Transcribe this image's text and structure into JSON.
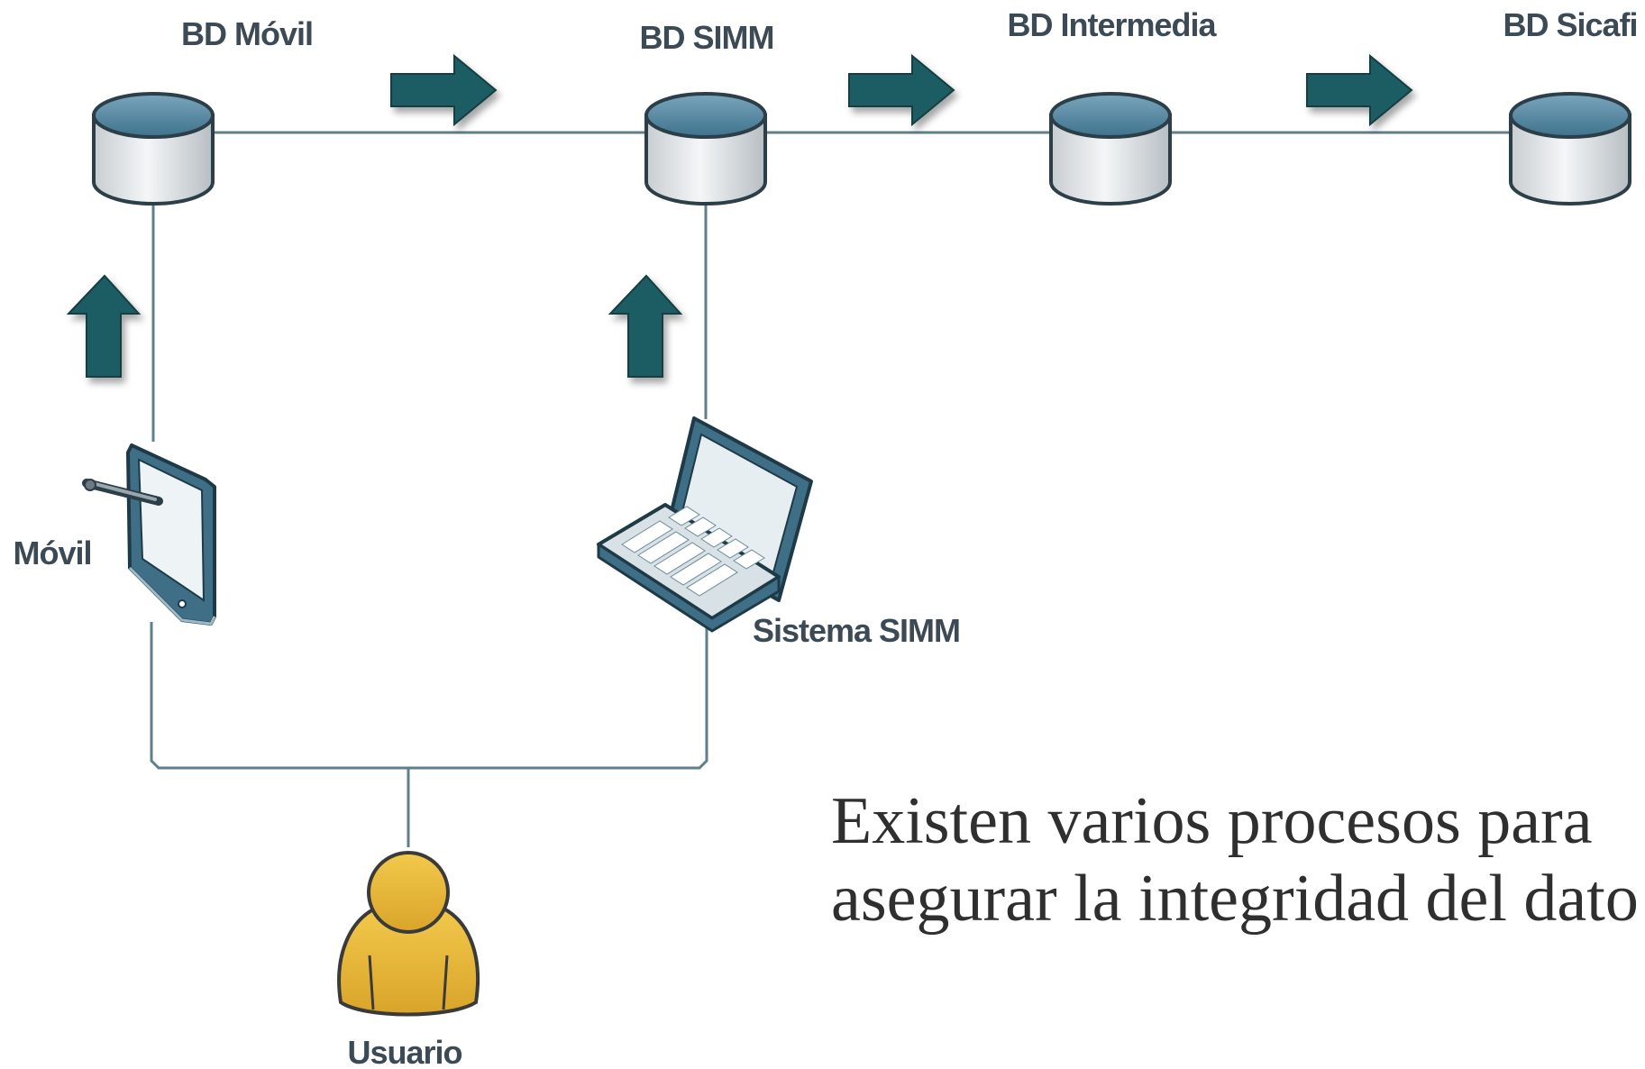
{
  "nodes": {
    "bd_movil": "BD Móvil",
    "bd_simm": "BD SIMM",
    "bd_intermedia": "BD Intermedia",
    "bd_sicafi": "BD Sicafi",
    "movil": "Móvil",
    "sistema_simm": "Sistema SIMM",
    "usuario": "Usuario"
  },
  "caption": {
    "line1": "Existen varios procesos para",
    "line2": "asegurar la integridad del dato"
  },
  "colors": {
    "line": "#5f7f8c",
    "arrow": "#1e5d63",
    "db_top": "#5b8ba5",
    "db_body": "#e9ecee",
    "user": "#e8b73a"
  }
}
